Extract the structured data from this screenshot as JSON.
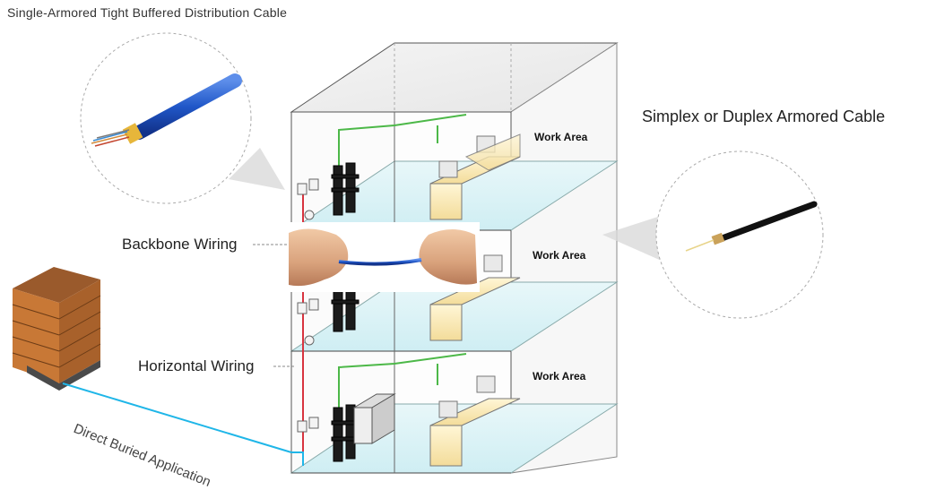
{
  "title": "Single-Armored Tight Buffered Distribution Cable",
  "labels": {
    "simplex_duplex": "Simplex or Duplex Armored Cable",
    "backbone": "Backbone Wiring",
    "horizontal": "Horizontal Wiring",
    "direct_buried": "Direct Buried Application"
  },
  "work_areas": [
    "Work Area",
    "Work Area",
    "Work Area"
  ],
  "colors": {
    "backbone_cable": "#d8343f",
    "horizontal_cable": "#4cb848",
    "buried_cable": "#1fb6e8",
    "fiber_jacket_blue": "#2057c8",
    "floor_tint": "#dff3f6"
  }
}
